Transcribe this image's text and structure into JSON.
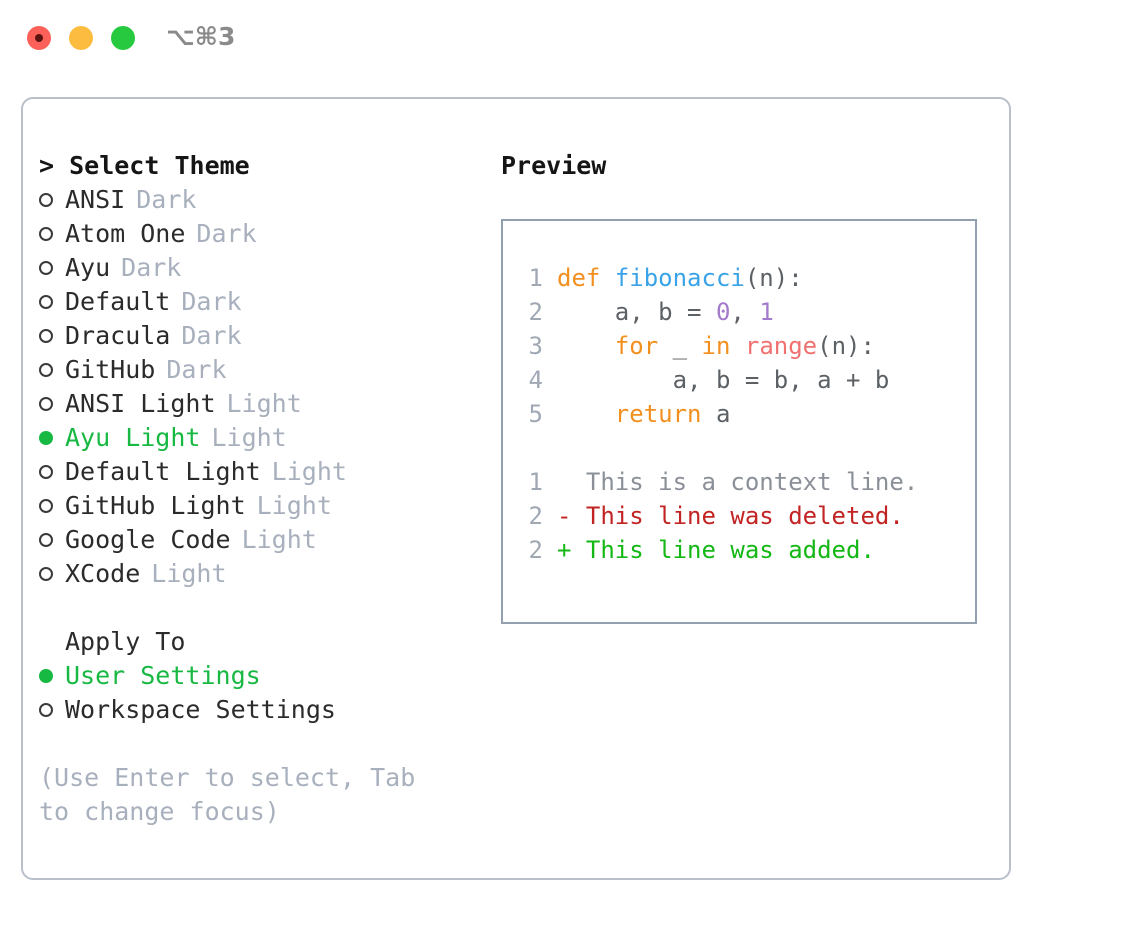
{
  "titlebar": {
    "shortcut": "⌥⌘3",
    "lights": [
      "close-button",
      "minimize-button",
      "zoom-button"
    ]
  },
  "left": {
    "header": "> Select Theme",
    "themes": [
      {
        "label": "ANSI",
        "tag": "Dark",
        "selected": false
      },
      {
        "label": "Atom One",
        "tag": "Dark",
        "selected": false
      },
      {
        "label": "Ayu",
        "tag": "Dark",
        "selected": false
      },
      {
        "label": "Default",
        "tag": "Dark",
        "selected": false
      },
      {
        "label": "Dracula",
        "tag": "Dark",
        "selected": false
      },
      {
        "label": "GitHub",
        "tag": "Dark",
        "selected": false
      },
      {
        "label": "ANSI Light",
        "tag": "Light",
        "selected": false
      },
      {
        "label": "Ayu Light",
        "tag": "Light",
        "selected": true
      },
      {
        "label": "Default Light",
        "tag": "Light",
        "selected": false
      },
      {
        "label": "GitHub Light",
        "tag": "Light",
        "selected": false
      },
      {
        "label": "Google Code",
        "tag": "Light",
        "selected": false
      },
      {
        "label": "XCode",
        "tag": "Light",
        "selected": false
      }
    ],
    "apply_to_title": "Apply To",
    "apply_to": [
      {
        "label": "User Settings",
        "selected": true
      },
      {
        "label": "Workspace Settings",
        "selected": false
      }
    ],
    "hint": "(Use Enter to select, Tab to change focus)"
  },
  "right": {
    "preview_title": "Preview",
    "code": [
      {
        "n": "1",
        "tokens": [
          {
            "t": "def ",
            "c": "kw"
          },
          {
            "t": "fibonacci",
            "c": "fn"
          },
          {
            "t": "(n):",
            "c": "pl"
          }
        ]
      },
      {
        "n": "2",
        "tokens": [
          {
            "t": "    a, b = ",
            "c": "pl"
          },
          {
            "t": "0",
            "c": "num"
          },
          {
            "t": ", ",
            "c": "pl"
          },
          {
            "t": "1",
            "c": "num"
          }
        ]
      },
      {
        "n": "3",
        "tokens": [
          {
            "t": "    ",
            "c": "pl"
          },
          {
            "t": "for",
            "c": "kw"
          },
          {
            "t": " _ ",
            "c": "pl"
          },
          {
            "t": "in",
            "c": "kw"
          },
          {
            "t": " ",
            "c": "pl"
          },
          {
            "t": "range",
            "c": "call"
          },
          {
            "t": "(n):",
            "c": "pl"
          }
        ]
      },
      {
        "n": "4",
        "tokens": [
          {
            "t": "        a, b = b, a + b",
            "c": "pl"
          }
        ]
      },
      {
        "n": "5",
        "tokens": [
          {
            "t": "    ",
            "c": "pl"
          },
          {
            "t": "return",
            "c": "kw"
          },
          {
            "t": " a",
            "c": "pl"
          }
        ]
      }
    ],
    "diff": [
      {
        "n": "1",
        "marker": " ",
        "text": " This is a context line.",
        "kind": "diff-ctx"
      },
      {
        "n": "2",
        "marker": "-",
        "text": " This line was deleted.",
        "kind": "diff-del"
      },
      {
        "n": "2",
        "marker": "+",
        "text": " This line was added.",
        "kind": "diff-add"
      }
    ]
  },
  "colors": {
    "accent_green": "#18b943",
    "muted": "#a8b0bd",
    "border": "#b9c0ca",
    "preview_border": "#93a0b0",
    "kw": "#f2901f",
    "fn": "#3aa3e8",
    "num": "#a37acc",
    "call": "#f07171",
    "plain": "#5c6166",
    "linenum": "#a0a8b4",
    "diff_del": "#c22424",
    "diff_add": "#14b814",
    "diff_ctx": "#8a8f98"
  }
}
